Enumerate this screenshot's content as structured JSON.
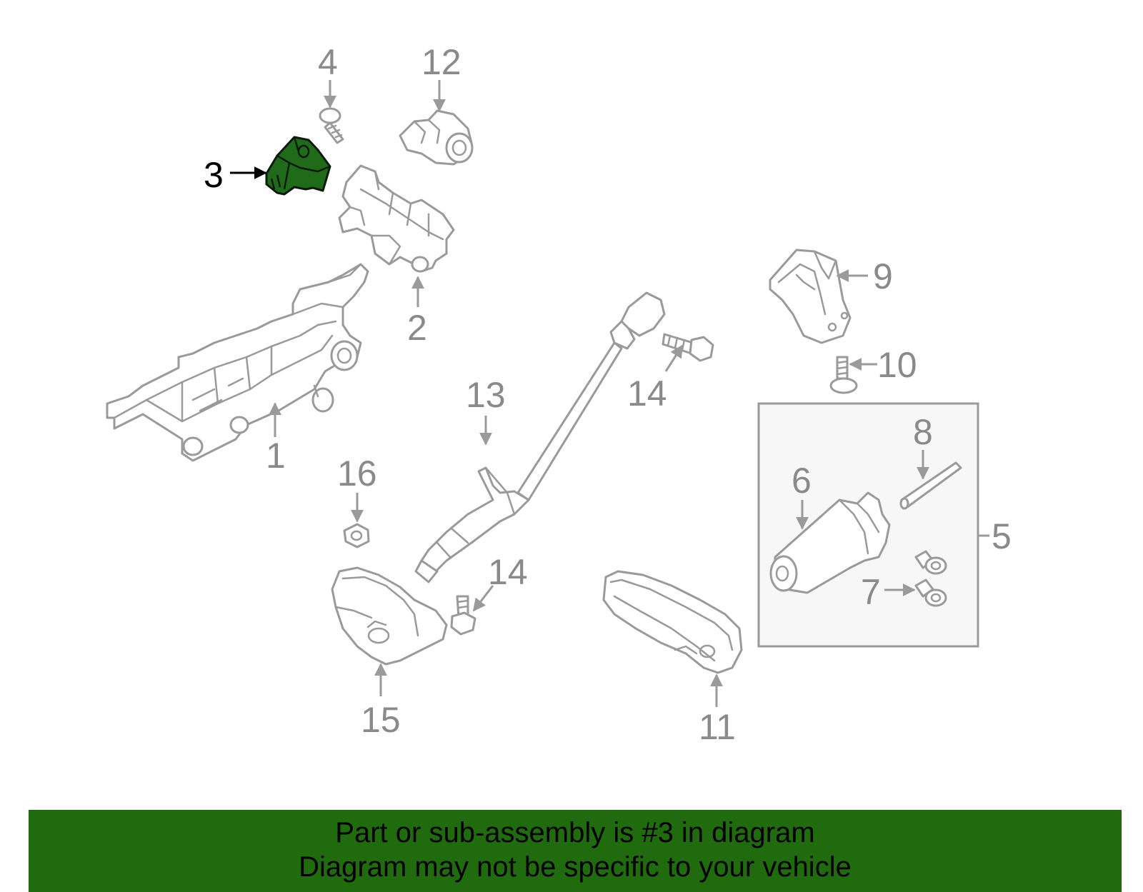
{
  "diagram": {
    "highlighted_part": "3",
    "callouts": [
      "1",
      "2",
      "3",
      "4",
      "5",
      "6",
      "7",
      "8",
      "9",
      "10",
      "11",
      "12",
      "13",
      "14",
      "14",
      "15",
      "16"
    ]
  },
  "banner": {
    "line1": "Part or sub-assembly is #3 in diagram",
    "line2": "Diagram may not be specific to your vehicle",
    "background_color": "#1f6b0e"
  },
  "colors": {
    "highlight": "#1f6b1a",
    "outline": "#9a9a9a",
    "label": "#8a8a8a"
  }
}
